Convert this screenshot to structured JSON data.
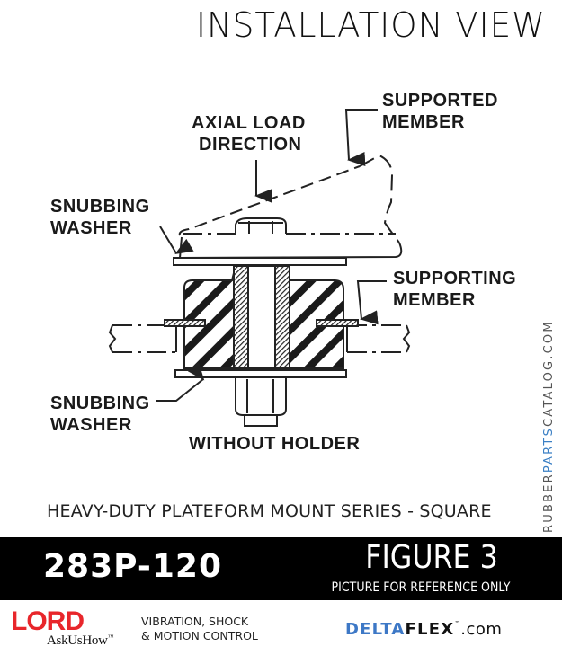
{
  "header": {
    "title": "INSTALLATION VIEW"
  },
  "diagram": {
    "labels": {
      "axial_load_line1": "AXIAL LOAD",
      "axial_load_line2": "DIRECTION",
      "supported_line1": "SUPPORTED",
      "supported_line2": "MEMBER",
      "snubbing_top_line1": "SNUBBING",
      "snubbing_top_line2": "WASHER",
      "supporting_line1": "SUPPORTING",
      "supporting_line2": "MEMBER",
      "snubbing_bottom_line1": "SNUBBING",
      "snubbing_bottom_line2": "WASHER",
      "caption": "WITHOUT HOLDER"
    },
    "components": [
      "supported-member",
      "hex-nut-top",
      "snubbing-washer-top",
      "elastomer-mount",
      "inner-sleeve",
      "supporting-member",
      "snubbing-washer-bottom",
      "hex-nut-bottom",
      "bolt"
    ]
  },
  "series_title": "HEAVY-DUTY PLATEFORM MOUNT SERIES - SQUARE",
  "side_text": {
    "part1": "RUBBER",
    "part2": "PARTS",
    "part3": "CATALOG",
    "part4": ".COM",
    "accent_color": "#3a7fc4"
  },
  "band": {
    "part_number": "283P-120",
    "figure": "FIGURE 3",
    "note": "PICTURE FOR REFERENCE ONLY",
    "background": "#000000"
  },
  "footer": {
    "lord": {
      "letter1": "L",
      "letter2": "O",
      "letter3": "RD",
      "color": "#e8262b"
    },
    "askus": "AskUsHow",
    "askus_tm": "™",
    "tagline_line1": "VIBRATION, SHOCK",
    "tagline_line2": "& MOTION CONTROL",
    "deltaflex": {
      "delta": "DELTA",
      "flex": "FLEX",
      "tm": "™",
      "com": ".com",
      "delta_color": "#3d78c6",
      "flex_color": "#111111"
    }
  }
}
